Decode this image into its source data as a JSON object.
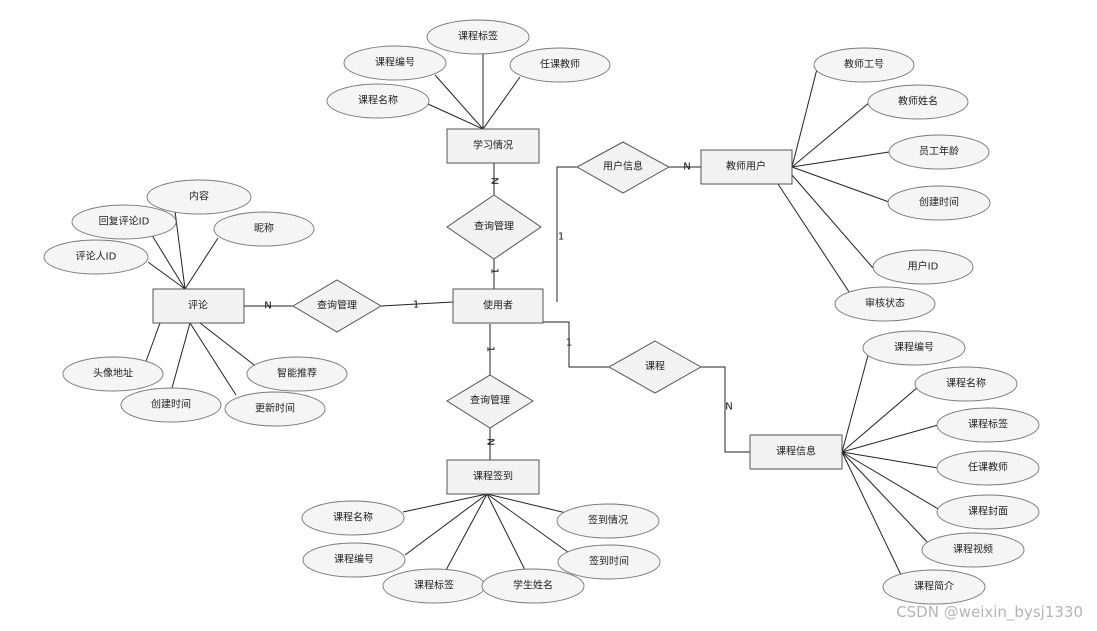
{
  "diagram": {
    "entities": {
      "user": "使用者",
      "study": "学习情况",
      "comment": "评论",
      "teacher": "教师用户",
      "course_info": "课程信息",
      "checkin": "课程签到"
    },
    "relations": {
      "r_study": "查询管理",
      "r_comment": "查询管理",
      "r_checkin": "查询管理",
      "r_userinfo": "用户信息",
      "r_course": "课程"
    },
    "attributes": {
      "s_tag": "课程标签",
      "s_no": "课程编号",
      "s_teacher": "任课教师",
      "s_name": "课程名称",
      "t_no": "教师工号",
      "t_name": "教师姓名",
      "t_age": "员工年龄",
      "t_time": "创建时间",
      "t_uid": "用户ID",
      "t_status": "审核状态",
      "c_content": "内容",
      "c_reply": "回复评论ID",
      "c_nick": "昵称",
      "c_uid": "评论人ID",
      "c_avatar": "头像地址",
      "c_recommend": "智能推荐",
      "c_create": "创建时间",
      "c_update": "更新时间",
      "k_name": "课程名称",
      "k_no": "课程编号",
      "k_tag": "课程标签",
      "k_student": "学生姓名",
      "k_status": "签到情况",
      "k_time": "签到时间",
      "ci_no": "课程编号",
      "ci_name": "课程名称",
      "ci_tag": "课程标签",
      "ci_teacher": "任课教师",
      "ci_cover": "课程封面",
      "ci_video": "课程视频",
      "ci_intro": "课程简介"
    },
    "cardinalities": {
      "study_n": "N",
      "study_1": "1",
      "comment_n": "N",
      "comment_1": "1",
      "checkin_1": "1",
      "checkin_n": "N",
      "ui_1": "1",
      "ui_n": "N",
      "course_1": "1",
      "course_n": "N"
    }
  },
  "watermark": "CSDN @weixin_bysj1330"
}
